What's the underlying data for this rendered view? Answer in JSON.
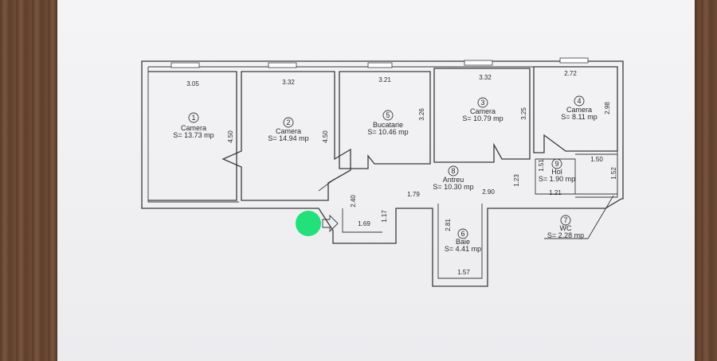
{
  "rooms": [
    {
      "num": "1",
      "name": "Camera",
      "area": "S= 13.73 mp"
    },
    {
      "num": "2",
      "name": "Camera",
      "area": "S= 14.94 mp"
    },
    {
      "num": "5",
      "name": "Bucatarie",
      "area": "S= 10.46 mp"
    },
    {
      "num": "3",
      "name": "Camera",
      "area": "S= 10.79 mp"
    },
    {
      "num": "4",
      "name": "Camera",
      "area": "S= 8.11 mp"
    },
    {
      "num": "9",
      "name": "Hol",
      "area": "S= 1.90 mp"
    },
    {
      "num": "8",
      "name": "Antreu",
      "area": "S= 10.30 mp"
    },
    {
      "num": "6",
      "name": "Baie",
      "area": "S= 4.41 mp"
    },
    {
      "num": "7",
      "name": "WC",
      "area": "S= 2.28 mp"
    }
  ],
  "dims": {
    "r1_w": "3.05",
    "r1_h": "4.50",
    "r2_w": "3.32",
    "r2_h": "4.50",
    "r5_w": "3.21",
    "r5_h": "3.26",
    "r3_w": "3.32",
    "r3_h": "3.25",
    "r4_w": "2.72",
    "r4_h": "2.98",
    "hol_w": "1.51",
    "hol_a": "1.23",
    "wc_top": "1.50",
    "wc_side": "1.52",
    "ant_a": "2.40",
    "ant_b": "1.79",
    "ant_c": "2.90",
    "ant_d": "1.21",
    "ent_w": "1.69",
    "ent_h": "1.17",
    "baie_h": "2.81",
    "baie_w": "1.57"
  },
  "colors": {
    "marker": "#22e07a",
    "wall": "#3a3a3a"
  }
}
